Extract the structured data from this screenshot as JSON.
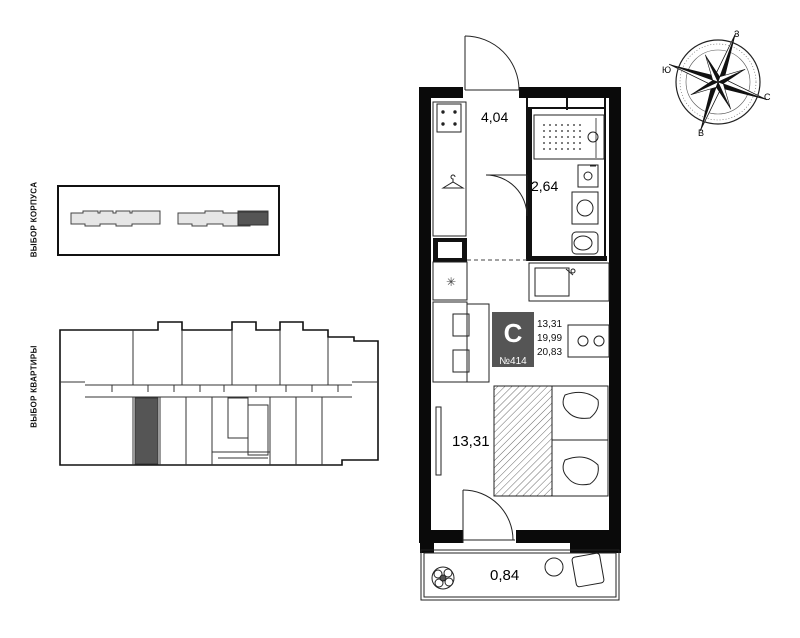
{
  "selectors": {
    "building_label": "ВЫБОР КОРПУСА",
    "apartment_label": "ВЫБОР КВАРТИРЫ"
  },
  "compass": {
    "north": "З",
    "east": "С",
    "south": "В",
    "west": "Ю"
  },
  "badge": {
    "letter": "С",
    "number": "№414"
  },
  "areas": {
    "living": "13,31",
    "total": "19,99",
    "total_with_balcony": "20,83"
  },
  "rooms": {
    "hallway": "4,04",
    "bathroom": "2,64",
    "main_room": "13,31",
    "balcony": "0,84"
  },
  "colors": {
    "wall": "#0a0a0a",
    "selected": "#555555",
    "fixture": "#333333",
    "line": "#222222"
  }
}
